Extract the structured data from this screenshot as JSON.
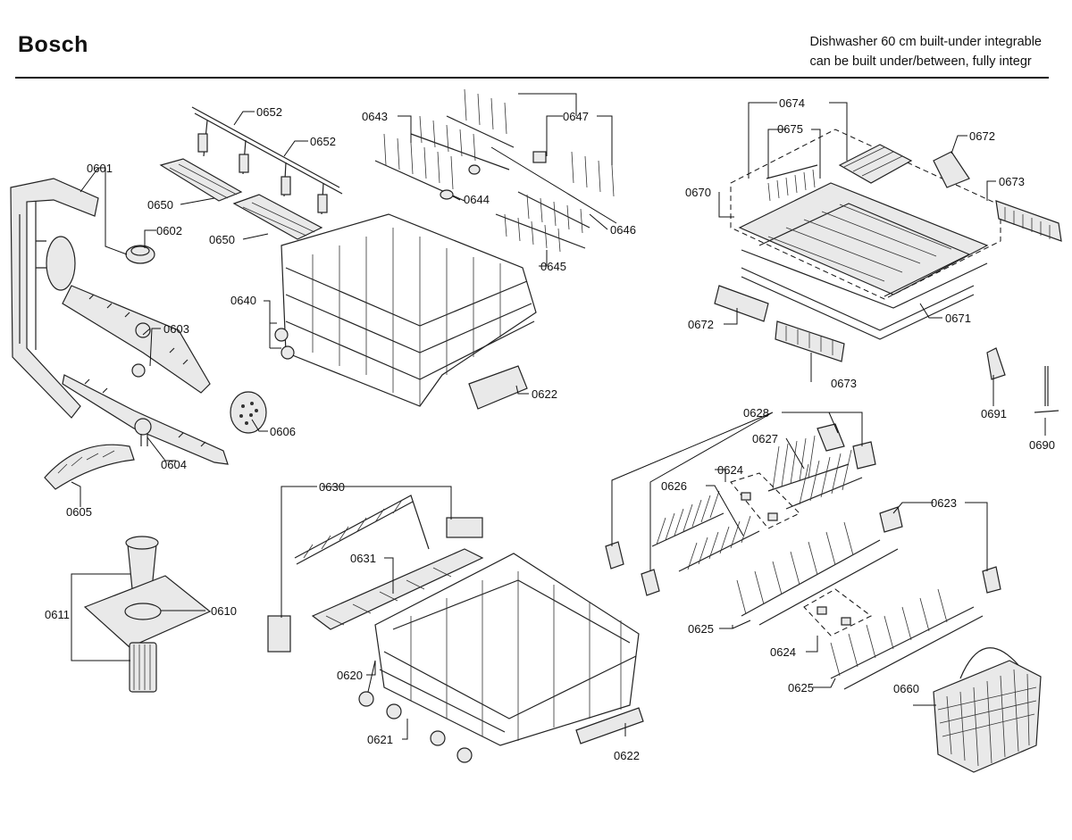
{
  "header": {
    "brand": "Bosch",
    "description_line1": "Dishwasher 60 cm built-under integrable",
    "description_line2": "can be built under/between, fully integr"
  },
  "parts": {
    "p0601": "0601",
    "p0602": "0602",
    "p0603": "0603",
    "p0604": "0604",
    "p0605": "0605",
    "p0606": "0606",
    "p0610": "0610",
    "p0611": "0611",
    "p0620": "0620",
    "p0621": "0621",
    "p0622a": "0622",
    "p0622b": "0622",
    "p0623": "0623",
    "p0624a": "0624",
    "p0624b": "0624",
    "p0625a": "0625",
    "p0625b": "0625",
    "p0626": "0626",
    "p0627": "0627",
    "p0628": "0628",
    "p0630": "0630",
    "p0631": "0631",
    "p0640": "0640",
    "p0643": "0643",
    "p0644": "0644",
    "p0645": "0645",
    "p0646": "0646",
    "p0647": "0647",
    "p0650a": "0650",
    "p0650b": "0650",
    "p0652a": "0652",
    "p0652b": "0652",
    "p0660": "0660",
    "p0670": "0670",
    "p0671": "0671",
    "p0672a": "0672",
    "p0672b": "0672",
    "p0673a": "0673",
    "p0673b": "0673",
    "p0674": "0674",
    "p0675": "0675",
    "p0690": "0690",
    "p0691": "0691"
  }
}
